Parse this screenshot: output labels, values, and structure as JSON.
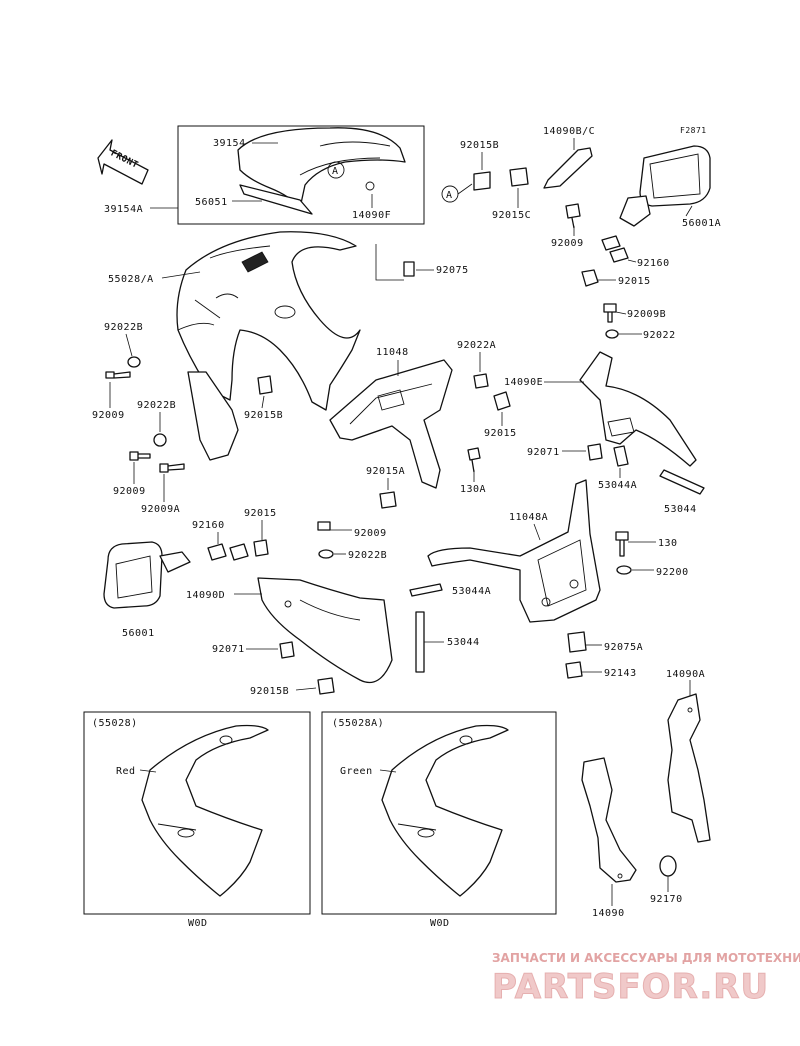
{
  "diagram_code": "F2871",
  "front_arrow": "FRONT",
  "labels": {
    "l39154": "39154",
    "l39154a": "39154A",
    "l56051": "56051",
    "l14090f": "14090F",
    "l55028a": "55028/A",
    "l92015b_top": "92015B",
    "l92015c": "92015C",
    "l14090bc": "14090B/C",
    "l92009_top": "92009",
    "l56001a": "56001A",
    "l92160_top": "92160",
    "l92015_top": "92015",
    "l92009b": "92009B",
    "l92022_r": "92022",
    "l92075": "92075",
    "l92022b_l": "92022B",
    "l92009_l1": "92009",
    "l92022b_l2": "92022B",
    "l92015b_mid": "92015B",
    "l92009_l2": "92009",
    "l92009a": "92009A",
    "l11048": "11048",
    "l92022a": "92022A",
    "l92015_mid": "92015",
    "l14090e": "14090E",
    "l92071_r": "92071",
    "l53044a_r": "53044A",
    "l53044_r": "53044",
    "l92015a": "92015A",
    "l130a": "130A",
    "l92160_l": "92160",
    "l92015_l": "92015",
    "l92009_c": "92009",
    "l92022b_c": "92022B",
    "l11048a": "11048A",
    "l130": "130",
    "l92200": "92200",
    "l14090d": "14090D",
    "l53044a_c": "53044A",
    "l56001": "56001",
    "l92071_l": "92071",
    "l53044_c": "53044",
    "l92075a": "92075A",
    "l92143": "92143",
    "l92015b_bot": "92015B",
    "l14090a": "14090A",
    "l14090": "14090",
    "l92170": "92170",
    "callout_a": "A"
  },
  "insets": {
    "left": {
      "title": "(55028)",
      "color_label": "Red",
      "footer": "W0D"
    },
    "right": {
      "title": "(55028A)",
      "color_label": "Green",
      "footer": "W0D"
    }
  },
  "watermark": {
    "tagline": "ЗАПЧАСТИ И АКСЕССУАРЫ ДЛЯ МОТОТЕХНИКИ",
    "brand": "PARTSFOR.RU"
  }
}
